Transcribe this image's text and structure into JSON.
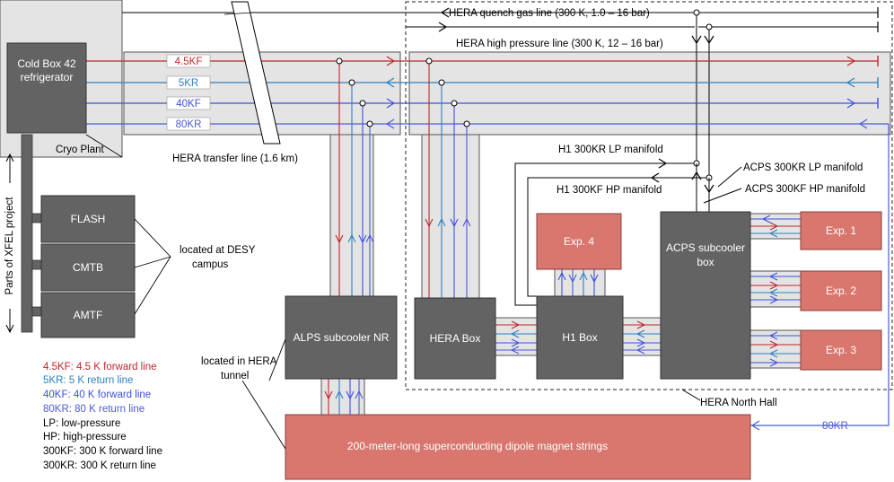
{
  "colors": {
    "red": "#c0262c",
    "light_blue": "#2e7fc1",
    "blue": "#3d4fe0",
    "mid_blue": "#4b5ad8",
    "gray_box": "#636363",
    "pink_box": "#d9776f",
    "panel": "#e4e4e4",
    "black": "#000000"
  },
  "lines": {
    "quench": "HERA quench gas line  (300 K, 1.0 – 16 bar)",
    "high_pressure": "HERA high pressure line (300 K, 12 – 16 bar)",
    "l45kf": "4.5KF",
    "l5kr": "5KR",
    "l40kf": "40KF",
    "l80kr": "80KR",
    "l80kr_right": "80KR"
  },
  "labels": {
    "cold_box": "Cold Box 42 refrigerator",
    "cryo_plant": "Cryo Plant",
    "transfer_line": "HERA transfer line (1.6 km)",
    "h1_300kr_lp": "H1 300KR LP manifold",
    "h1_300kf_hp": "H1 300KF HP manifold",
    "acps_300kr_lp": "ACPS 300KR LP manifold",
    "acps_300kf_hp": "ACPS 300KF HP manifold",
    "located_desy": "located at DESY campus",
    "located_tunnel": "located in HERA tunnel",
    "xfel": "Parts of XFEL project",
    "north_hall": "HERA North Hall"
  },
  "boxes": {
    "flash": "FLASH",
    "cmtb": "CMTB",
    "amtf": "AMTF",
    "alps": "ALPS subcooler NR",
    "hera_box": "HERA Box",
    "h1_box": "H1 Box",
    "acps": "ACPS subcooler box",
    "exp4": "Exp. 4",
    "exp1": "Exp. 1",
    "exp2": "Exp. 2",
    "exp3": "Exp. 3",
    "magnet": "200-meter-long superconducting dipole magnet strings"
  },
  "legend": {
    "l45kf": "4.5KF: 4.5 K forward line",
    "l5kr": "5KR: 5 K return line",
    "l40kf": "40KF: 40 K forward line",
    "l80kr": "80KR: 80 K return line",
    "lp": "LP: low-pressure",
    "hp": "HP: high-pressure",
    "k300kf": "300KF: 300 K forward line",
    "k300kr": "300KR: 300 K return line"
  }
}
